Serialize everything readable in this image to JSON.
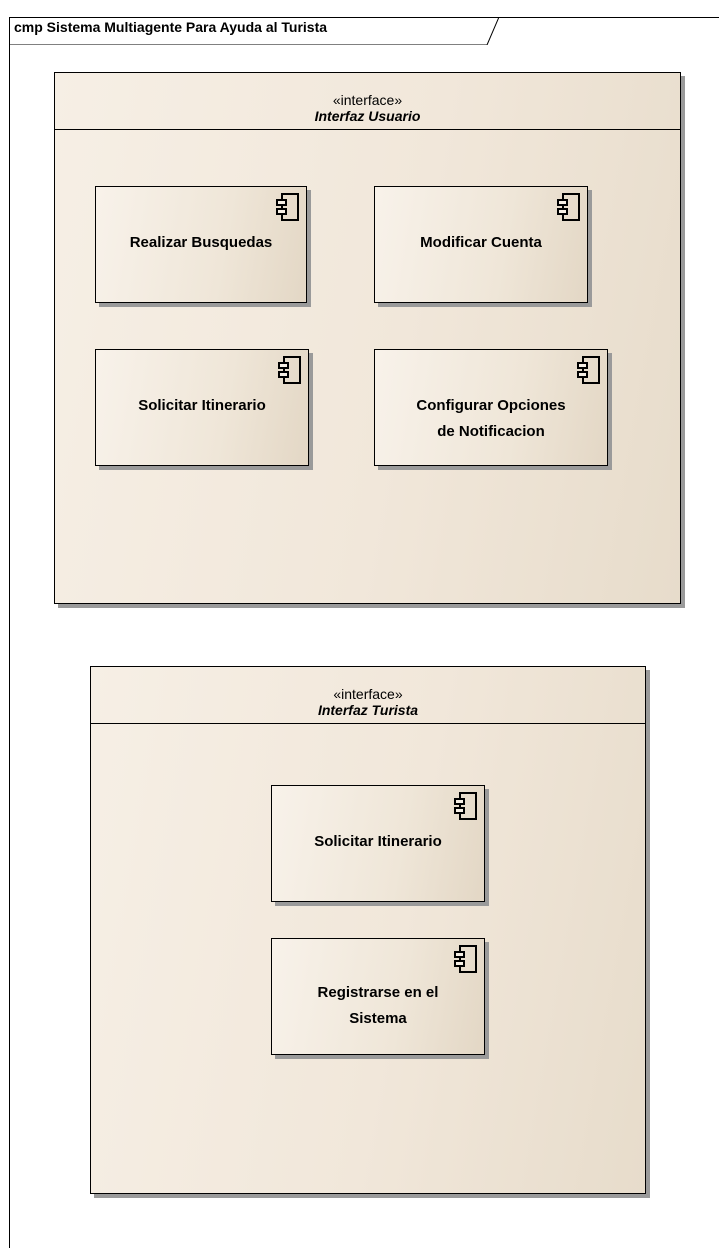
{
  "diagram": {
    "title": "cmp Sistema Multiagente Para Ayuda al Turista"
  },
  "interfaces": [
    {
      "stereotype": "«interface»",
      "name": "Interfaz Usuario",
      "components": [
        {
          "label": "Realizar Busquedas"
        },
        {
          "label": "Modificar Cuenta"
        },
        {
          "label": "Solicitar Itinerario"
        },
        {
          "label_line1": "Configurar Opciones",
          "label_line2": "de Notificacion"
        }
      ]
    },
    {
      "stereotype": "«interface»",
      "name": "Interfaz Turista",
      "components": [
        {
          "label": "Solicitar Itinerario"
        },
        {
          "label_line1": "Registrarse en el",
          "label_line2": "Sistema"
        }
      ]
    }
  ],
  "icons": {
    "component": "component-icon"
  }
}
